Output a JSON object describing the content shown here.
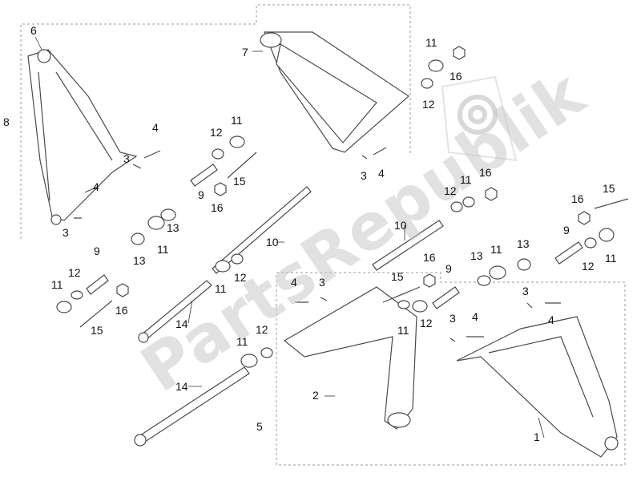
{
  "watermark": {
    "text": "PartsRepublik",
    "icon": "gear-icon"
  },
  "labels": {
    "a_6": "6",
    "a_7": "7",
    "a_8": "8",
    "a_11a": "11",
    "a_16a": "16",
    "a_12a": "12",
    "a_4a": "4",
    "a_3a": "3",
    "a_12b": "12",
    "a_11b": "11",
    "a_3b": "3",
    "a_4b": "4",
    "a_9a": "9",
    "a_15a": "15",
    "a_16b": "16",
    "a_4c": "4",
    "a_3c": "3",
    "a_11c": "11",
    "a_16c": "16",
    "a_12c": "12",
    "a_10a": "10",
    "a_16d": "16",
    "a_15b": "15",
    "a_13a": "13",
    "a_13b": "13",
    "a_11d": "11",
    "a_10b": "10",
    "a_9b": "9",
    "a_12d": "12",
    "a_11e": "11",
    "a_9c": "9",
    "a_12e": "12",
    "a_11f": "11",
    "a_15c": "15",
    "a_16e": "16",
    "a_11g": "11",
    "a_12f": "12",
    "a_14a": "14",
    "a_16f": "16",
    "a_9d": "9",
    "a_15d": "15",
    "a_4d": "4",
    "a_3d": "3",
    "a_13c": "13",
    "a_11h": "11",
    "a_13d": "13",
    "a_11i": "11",
    "a_12g": "12",
    "a_3e": "3",
    "a_4e": "4",
    "a_3f": "3",
    "a_4f": "4",
    "a_11j": "11",
    "a_12h": "12",
    "a_14b": "14",
    "a_2": "2",
    "a_5": "5",
    "a_1": "1"
  }
}
